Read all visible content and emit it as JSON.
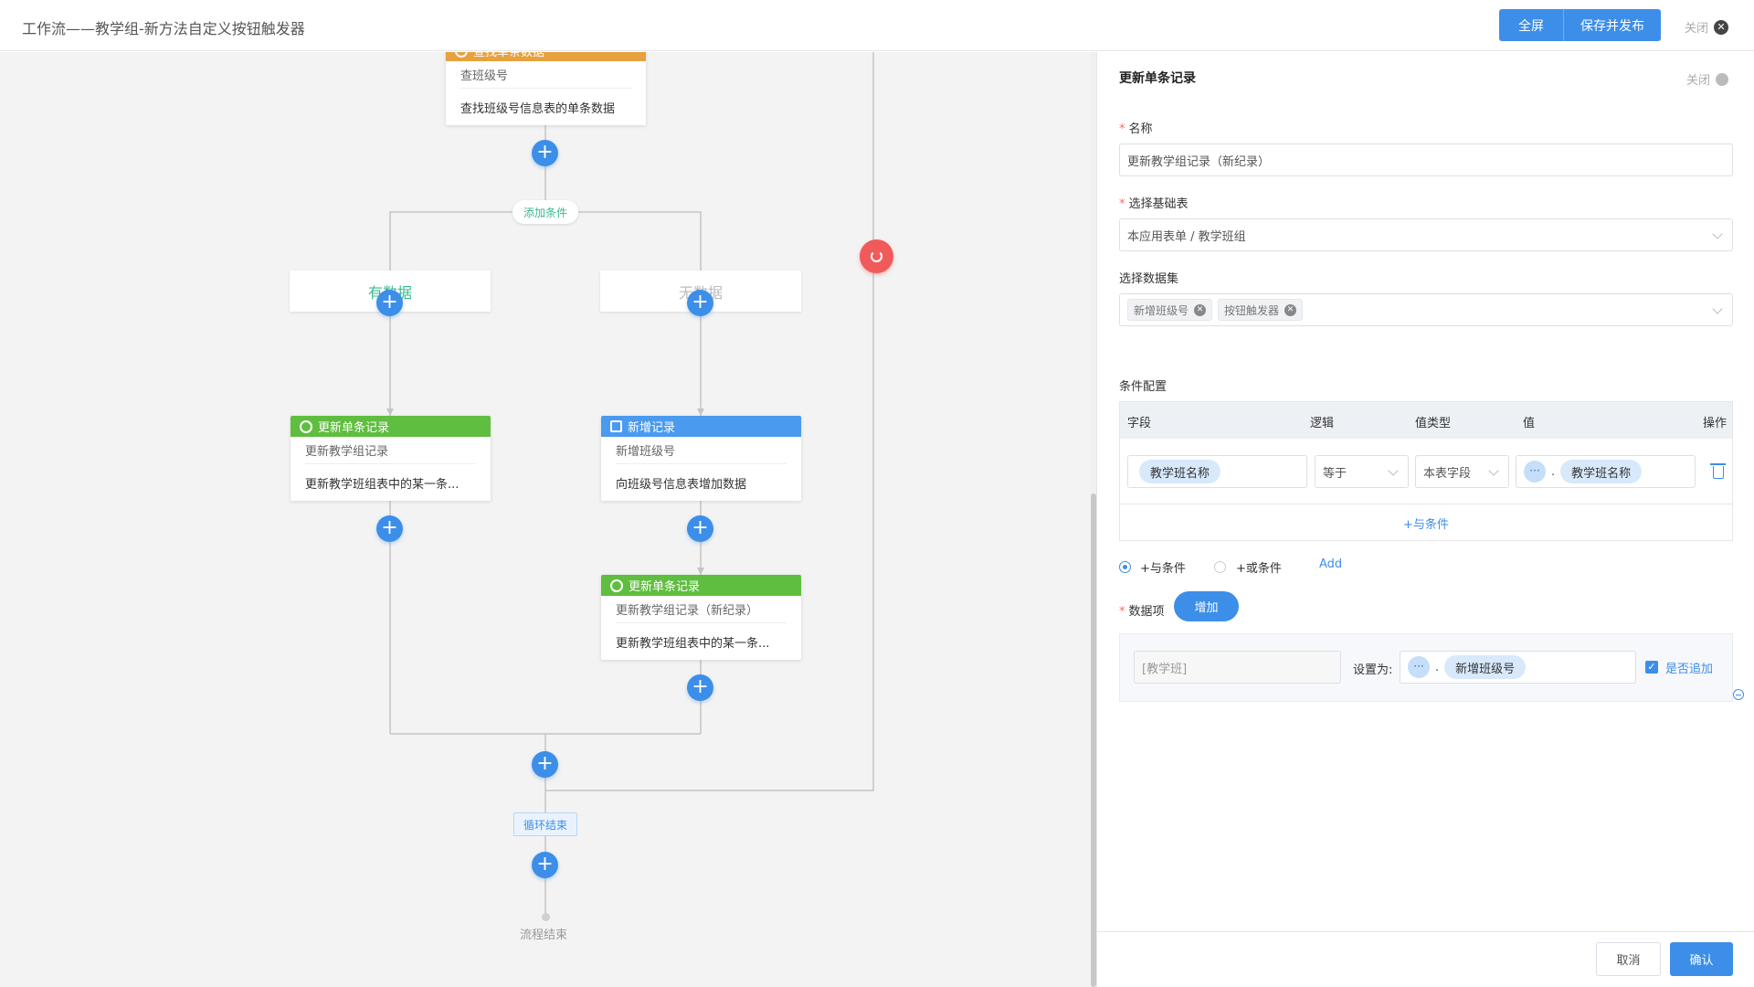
{
  "header": {
    "title": "工作流——教学组-新方法自定义按钮触发器",
    "fullscreen_label": "全屏",
    "save_publish_label": "保存并发布",
    "close_label": "关闭"
  },
  "canvas": {
    "top_node": {
      "header": "查找单条数据",
      "subtitle": "查班级号",
      "description": "查找班级号信息表的单条数据"
    },
    "add_condition_label": "添加条件",
    "branch_yes": "有数据",
    "branch_no": "无数据",
    "node_update_left": {
      "header": "更新单条记录",
      "subtitle": "更新教学组记录",
      "description": "更新教学班组表中的某一条..."
    },
    "node_add": {
      "header": "新增记录",
      "subtitle": "新增班级号",
      "description": "向班级号信息表增加数据"
    },
    "node_update_right": {
      "header": "更新单条记录",
      "subtitle": "更新教学组记录（新纪录）",
      "description": "更新教学班组表中的某一条..."
    },
    "loop_end_label": "循环结束",
    "flow_end_label": "流程结束",
    "plus_symbol": "+"
  },
  "panel": {
    "title": "更新单条记录",
    "close_label": "关闭",
    "name_label": "名称",
    "name_value": "更新教学组记录（新纪录）",
    "base_table_label": "选择基础表",
    "base_table_value": "本应用表单 / 教学班组",
    "dataset_label": "选择数据集",
    "dataset_tags": [
      "新增班级号",
      "按钮触发器"
    ],
    "condition_config_label": "条件配置",
    "table_headers": {
      "field": "字段",
      "logic": "逻辑",
      "value_type": "值类型",
      "value": "值",
      "action": "操作"
    },
    "condition_row": {
      "field_chip": "教学班名称",
      "logic": "等于",
      "value_type": "本表字段",
      "value_dots": "···",
      "value_sep": ".",
      "value_chip": "教学班名称"
    },
    "add_and_condition": "+与条件",
    "radio_and": "+与条件",
    "radio_or": "+或条件",
    "add_link": "Add",
    "data_items_label": "数据项",
    "add_button": "增加",
    "data_row": {
      "field_placeholder": "[教学班]",
      "set_as_label": "设置为:",
      "value_dots": "···",
      "value_sep": ".",
      "value_chip": "新增班级号",
      "append_label": "是否追加"
    },
    "cancel_button": "取消",
    "confirm_button": "确认"
  },
  "colors": {
    "primary": "#3d8ee9",
    "green": "#5fbe3f",
    "orange": "#e8a13d",
    "red": "#f05a5a",
    "teal": "#39b98f"
  }
}
